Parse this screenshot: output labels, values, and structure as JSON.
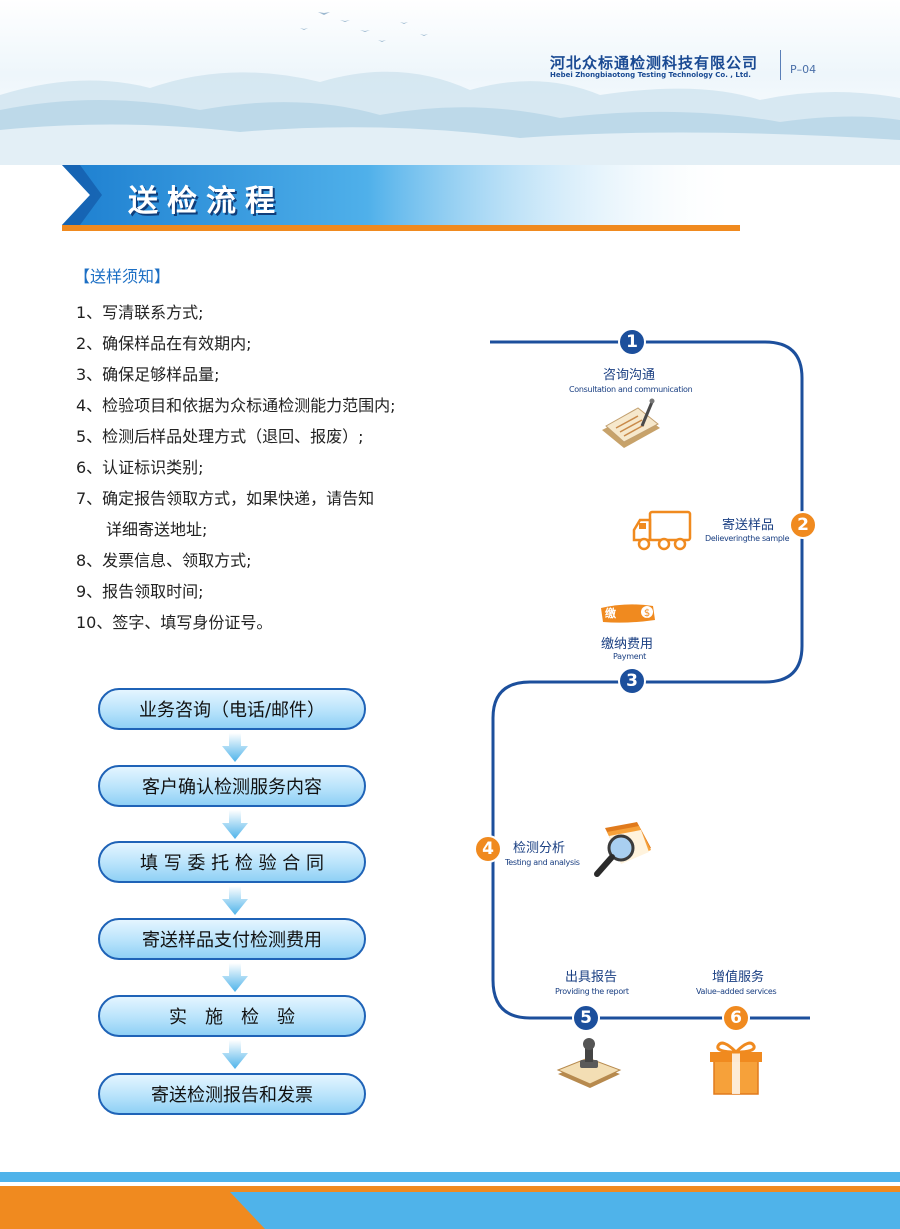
{
  "header": {
    "company_cn": "河北众标通检测科技有限公司",
    "company_en": "Hebei Zhongbiaotong Testing Technology Co. , Ltd.",
    "page": "P–04"
  },
  "title": "送检流程",
  "notes": {
    "heading": "【送样须知】",
    "items": [
      "1、写清联系方式;",
      "2、确保样品在有效期内;",
      "3、确保足够样品量;",
      "4、检验项目和依据为众标通检测能力范围内;",
      "5、检测后样品处理方式（退回、报废）;",
      "6、认证标识类别;",
      "7、确定报告领取方式，如果快递，请告知",
      "详细寄送地址;",
      "8、发票信息、领取方式;",
      "9、报告领取时间;",
      "10、签字、填写身份证号。"
    ]
  },
  "process": [
    "业务咨询（电话/邮件）",
    "客户确认检测服务内容",
    "填 写 委 托 检 验 合 同",
    "寄送样品支付检测费用",
    "实　施　检　验",
    "寄送检测报告和发票"
  ],
  "flow": {
    "steps": [
      {
        "num": "1",
        "cn": "咨询沟通",
        "en": "Consultation and communication"
      },
      {
        "num": "2",
        "cn": "寄送样品",
        "en": "Delieveringthe sample"
      },
      {
        "num": "3",
        "cn": "缴纳费用",
        "en": "Payment"
      },
      {
        "num": "4",
        "cn": "检测分析",
        "en": "Testing and analysis"
      },
      {
        "num": "5",
        "cn": "出具报告",
        "en": "Providing the report"
      },
      {
        "num": "6",
        "cn": "增值服务",
        "en": "Value–added services"
      }
    ],
    "payment_badge": "缴",
    "colors": {
      "line": "#1c4f9c",
      "blue": "#1c4f9c",
      "orange": "#f08a1f"
    }
  }
}
